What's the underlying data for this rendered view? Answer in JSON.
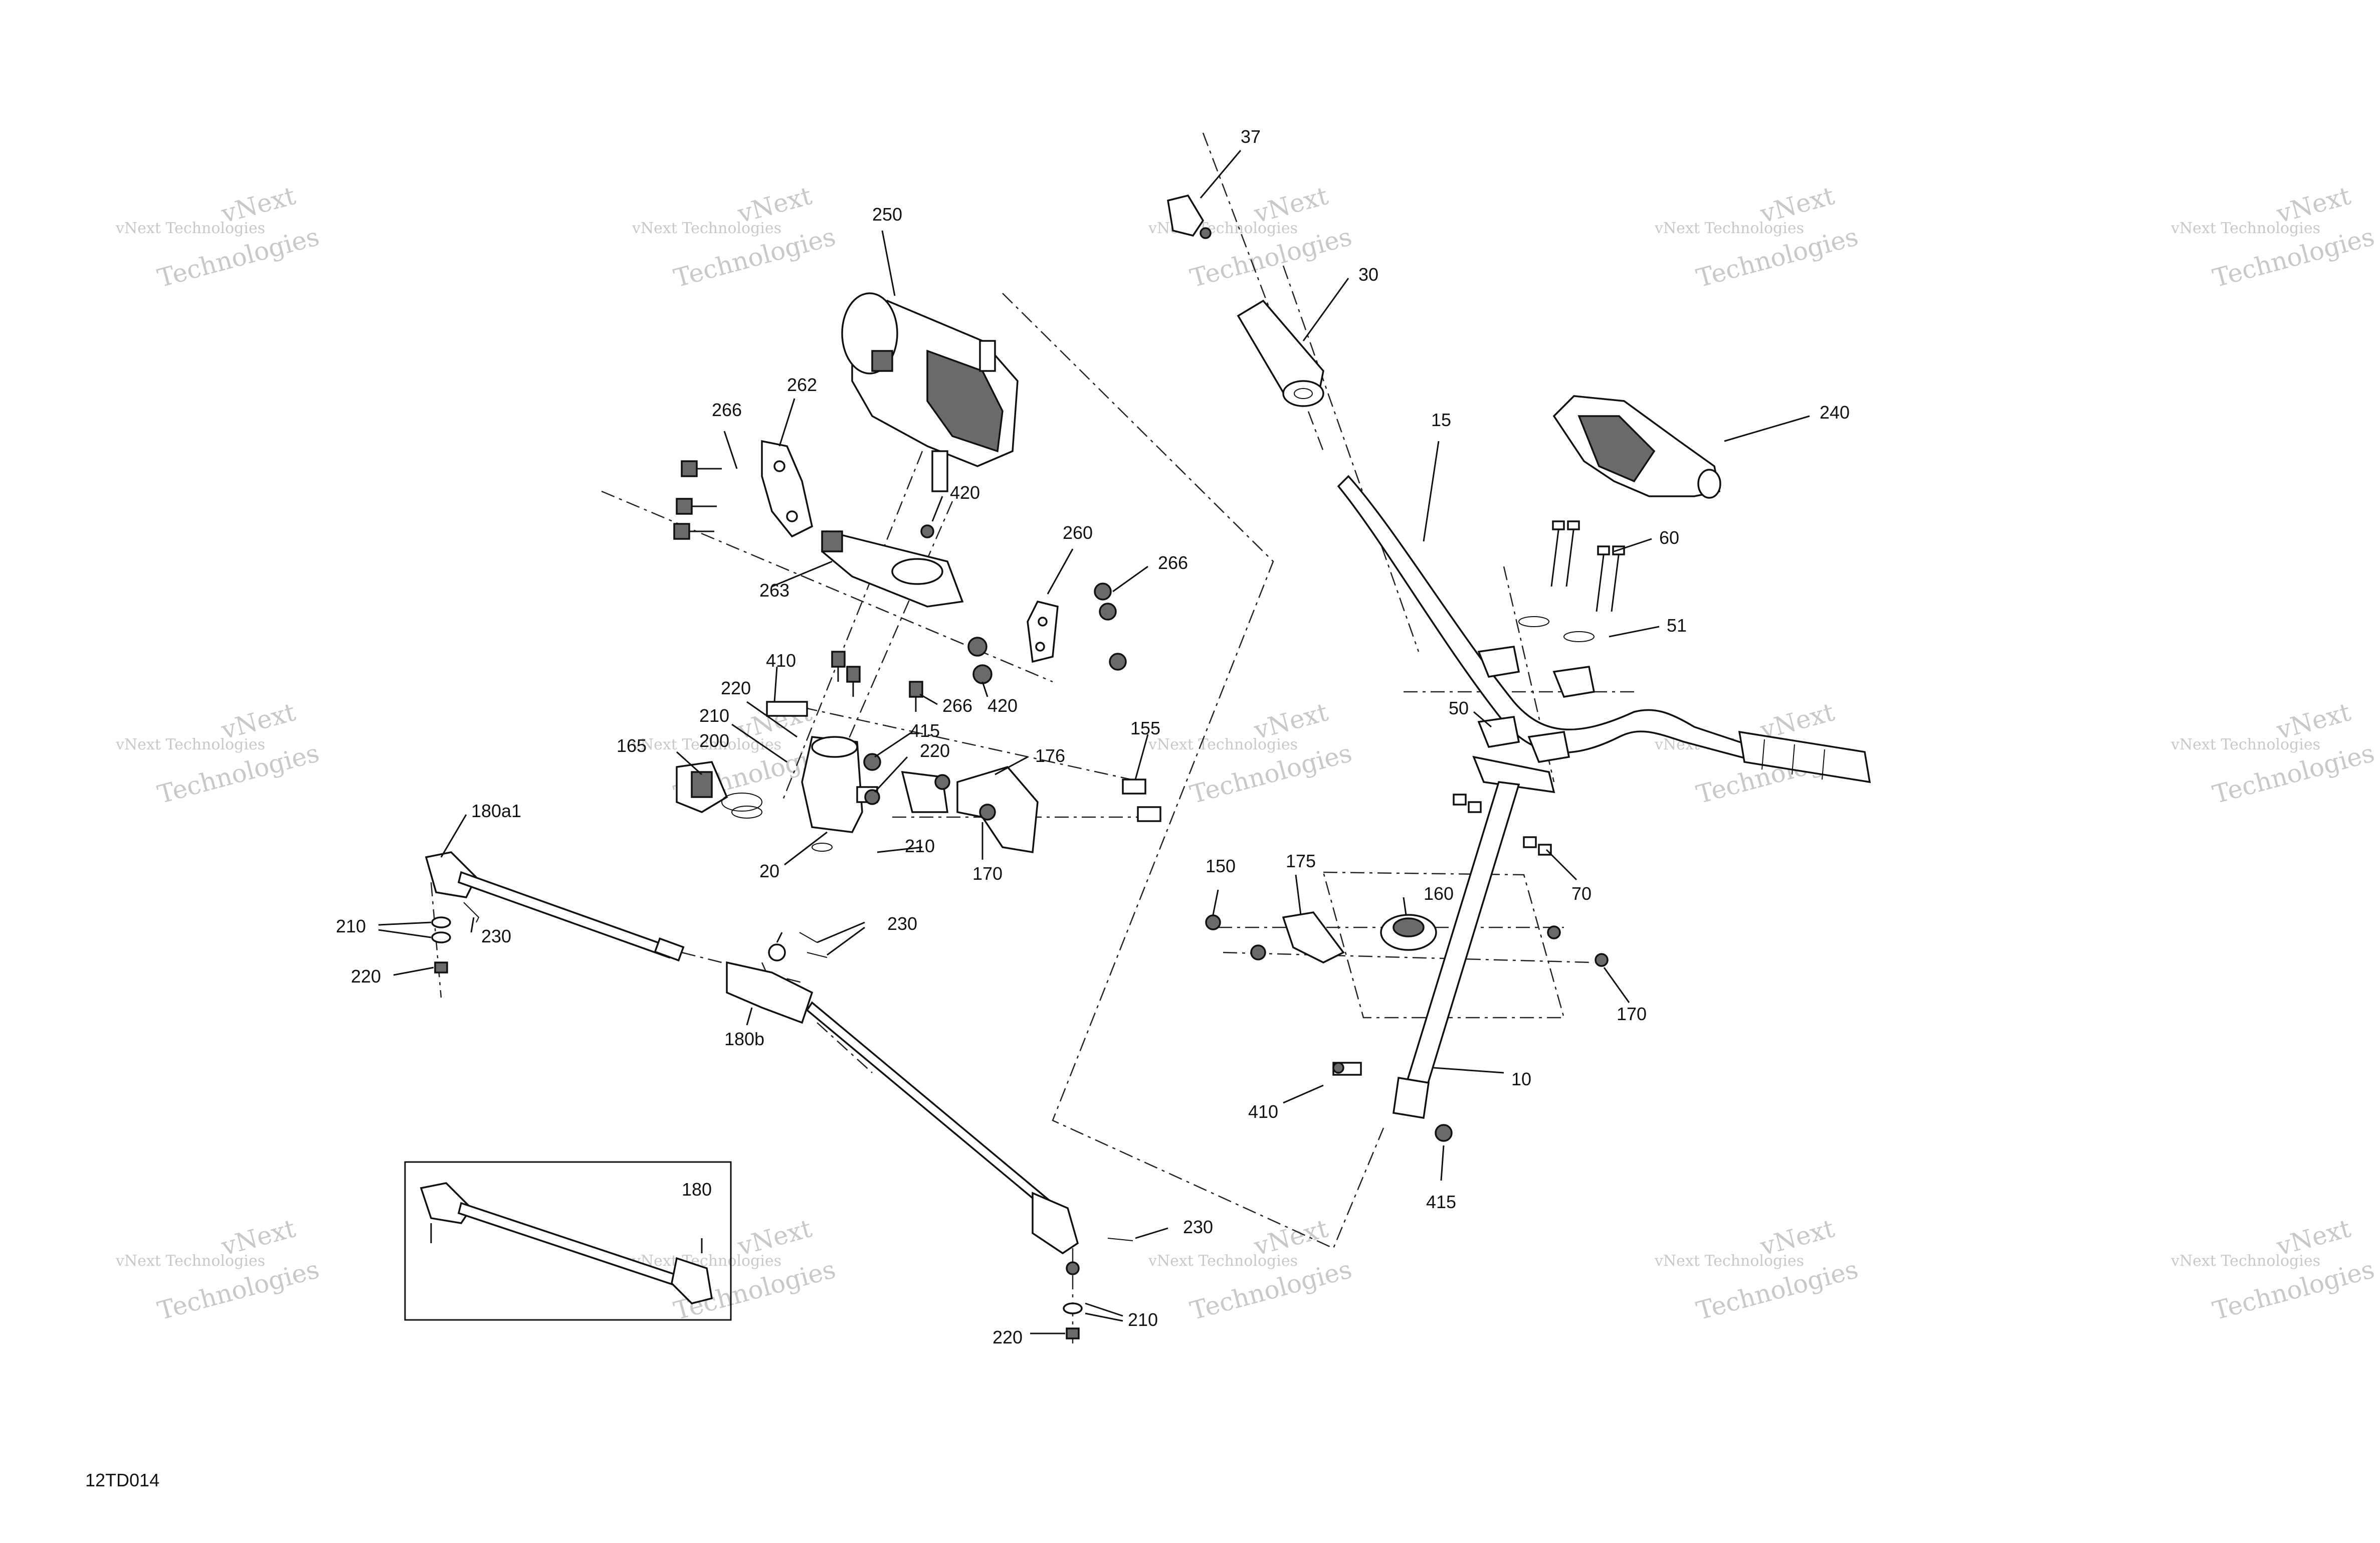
{
  "drawing_id": "12TD014",
  "watermark": {
    "line1": "vNext Technologies",
    "line2": "vNext",
    "line3": "Technologies"
  },
  "callouts": [
    {
      "id": "37",
      "label": "37"
    },
    {
      "id": "250",
      "label": "250"
    },
    {
      "id": "30",
      "label": "30"
    },
    {
      "id": "266a",
      "label": "266"
    },
    {
      "id": "262",
      "label": "262"
    },
    {
      "id": "15",
      "label": "15"
    },
    {
      "id": "240",
      "label": "240"
    },
    {
      "id": "420a",
      "label": "420"
    },
    {
      "id": "260",
      "label": "260"
    },
    {
      "id": "266b",
      "label": "266"
    },
    {
      "id": "263",
      "label": "263"
    },
    {
      "id": "60",
      "label": "60"
    },
    {
      "id": "51",
      "label": "51"
    },
    {
      "id": "410a",
      "label": "410"
    },
    {
      "id": "266c",
      "label": "266"
    },
    {
      "id": "420b",
      "label": "420"
    },
    {
      "id": "220a",
      "label": "220"
    },
    {
      "id": "210a",
      "label": "210"
    },
    {
      "id": "415a",
      "label": "415"
    },
    {
      "id": "200",
      "label": "200"
    },
    {
      "id": "220b",
      "label": "220"
    },
    {
      "id": "165",
      "label": "165"
    },
    {
      "id": "176",
      "label": "176"
    },
    {
      "id": "155",
      "label": "155"
    },
    {
      "id": "50",
      "label": "50"
    },
    {
      "id": "180a1",
      "label": "180a1"
    },
    {
      "id": "210b",
      "label": "210"
    },
    {
      "id": "20",
      "label": "20"
    },
    {
      "id": "170a",
      "label": "170"
    },
    {
      "id": "150",
      "label": "150"
    },
    {
      "id": "175",
      "label": "175"
    },
    {
      "id": "160",
      "label": "160"
    },
    {
      "id": "70",
      "label": "70"
    },
    {
      "id": "210c",
      "label": "210"
    },
    {
      "id": "230a",
      "label": "230"
    },
    {
      "id": "230b",
      "label": "230"
    },
    {
      "id": "220c",
      "label": "220"
    },
    {
      "id": "170b",
      "label": "170"
    },
    {
      "id": "180b",
      "label": "180b"
    },
    {
      "id": "10",
      "label": "10"
    },
    {
      "id": "410b",
      "label": "410"
    },
    {
      "id": "415b",
      "label": "415"
    },
    {
      "id": "180",
      "label": "180"
    },
    {
      "id": "230c",
      "label": "230"
    },
    {
      "id": "210d",
      "label": "210"
    },
    {
      "id": "220d",
      "label": "220"
    }
  ]
}
